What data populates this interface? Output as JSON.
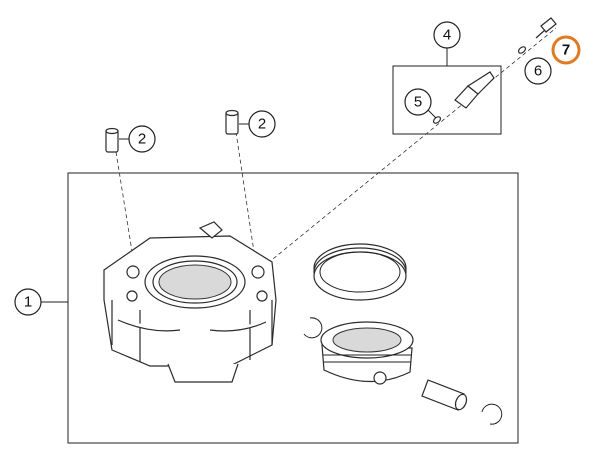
{
  "callouts": [
    {
      "id": "1",
      "label": "1"
    },
    {
      "id": "2a",
      "label": "2"
    },
    {
      "id": "2b",
      "label": "2"
    },
    {
      "id": "4",
      "label": "4"
    },
    {
      "id": "5",
      "label": "5"
    },
    {
      "id": "6",
      "label": "6"
    },
    {
      "id": "7",
      "label": "7",
      "highlight": true
    }
  ],
  "colors": {
    "highlight": "#e07b24",
    "line": "#222222",
    "shade": "#d9d9d9"
  }
}
